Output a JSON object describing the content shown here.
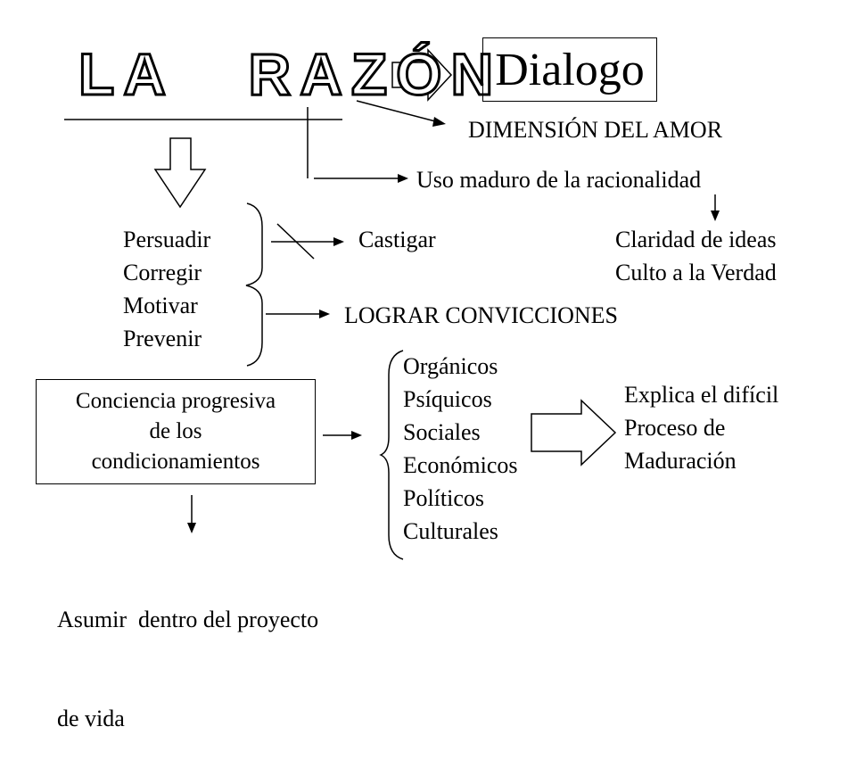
{
  "title": "LA   RAZÓN",
  "dialogo": "Dialogo",
  "dimension_amor": "DIMENSIÓN DEL AMOR",
  "uso_maduro": "Uso maduro de la racionalidad",
  "acciones": [
    "Persuadir",
    "Corregir",
    "Motivar",
    "Prevenir"
  ],
  "castigar": "Castigar",
  "claridad": [
    "Claridad de ideas",
    "Culto a la Verdad"
  ],
  "lograr": "LOGRAR CONVICCIONES",
  "conciencia": [
    "Conciencia progresiva",
    "de los",
    "condicionamientos"
  ],
  "condicionamientos": [
    "Orgánicos",
    "Psíquicos",
    "Sociales",
    "Económicos",
    "Políticos",
    "Culturales"
  ],
  "explica": [
    "Explica el difícil",
    "Proceso de",
    "Maduración"
  ],
  "asumir": [
    "Asumir  dentro del proyecto",
    "de vida"
  ]
}
